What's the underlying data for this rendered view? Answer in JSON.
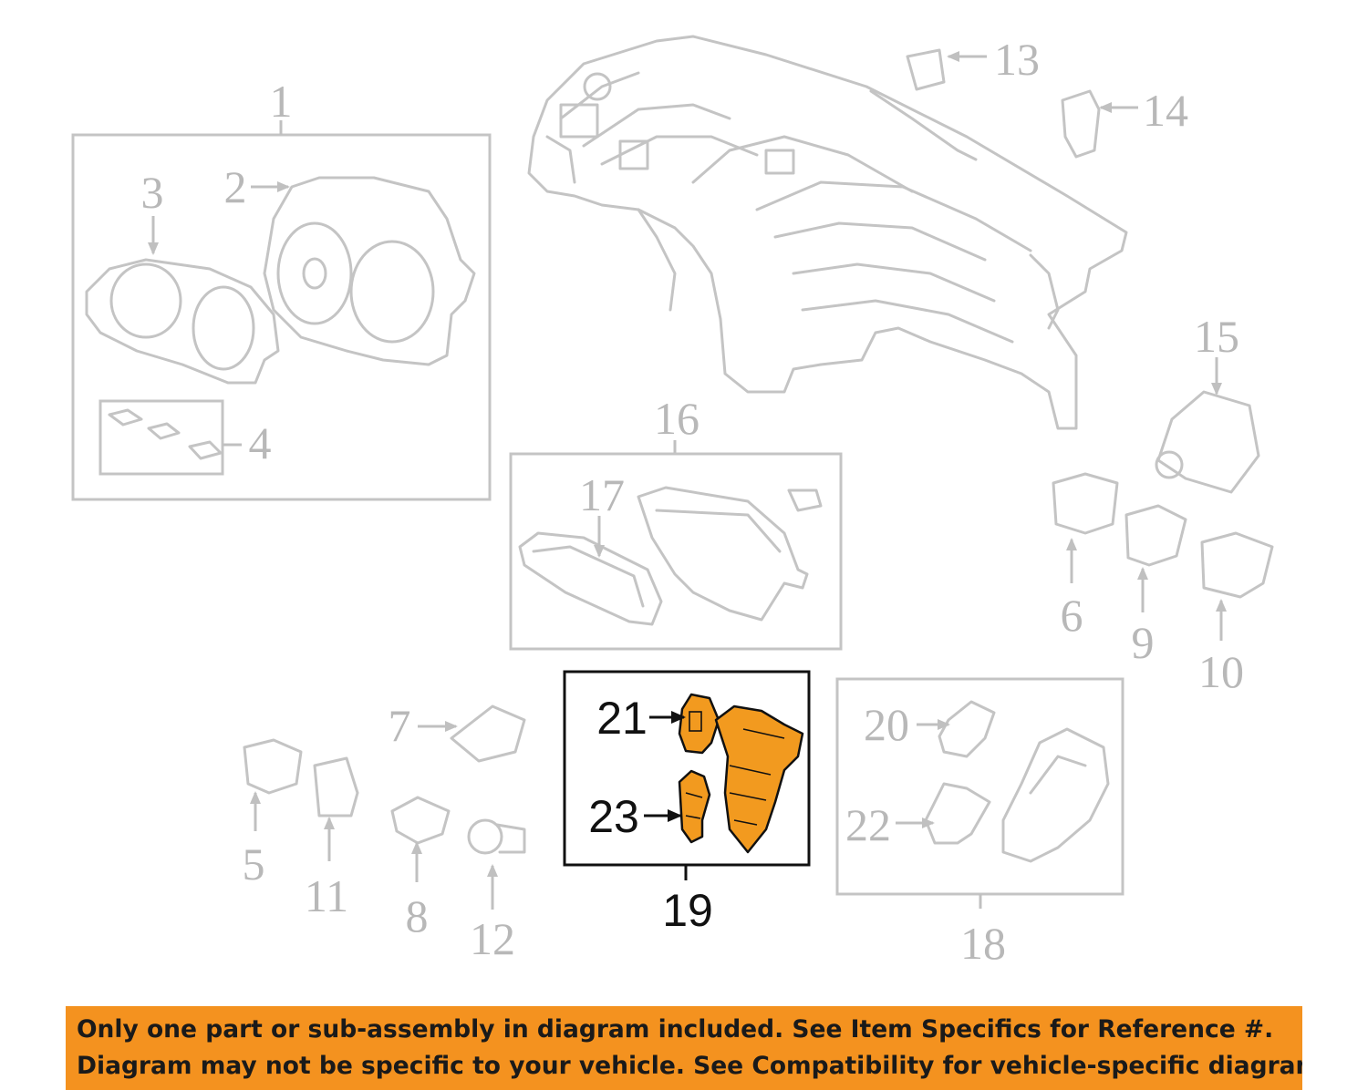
{
  "callouts": {
    "c1": "1",
    "c2": "2",
    "c3": "3",
    "c4": "4",
    "c5": "5",
    "c6": "6",
    "c7": "7",
    "c8": "8",
    "c9": "9",
    "c10": "10",
    "c11": "11",
    "c12": "12",
    "c13": "13",
    "c14": "14",
    "c15": "15",
    "c16": "16",
    "c17": "17",
    "c18": "18",
    "c19": "19",
    "c20": "20",
    "c21": "21",
    "c22": "22",
    "c23": "23"
  },
  "highlight": {
    "group_callout": "19",
    "color": "#f29a1f"
  },
  "colors": {
    "banner_bg": "#f4921f",
    "part_line": "#c4c4c4",
    "highlight_outline": "#111111"
  },
  "banner": {
    "line1": "Only one part or sub-assembly in diagram included. See Item Specifics for Reference #.",
    "line2": "Diagram may not be specific to your vehicle. See Compatibility for vehicle-specific diagrams."
  }
}
